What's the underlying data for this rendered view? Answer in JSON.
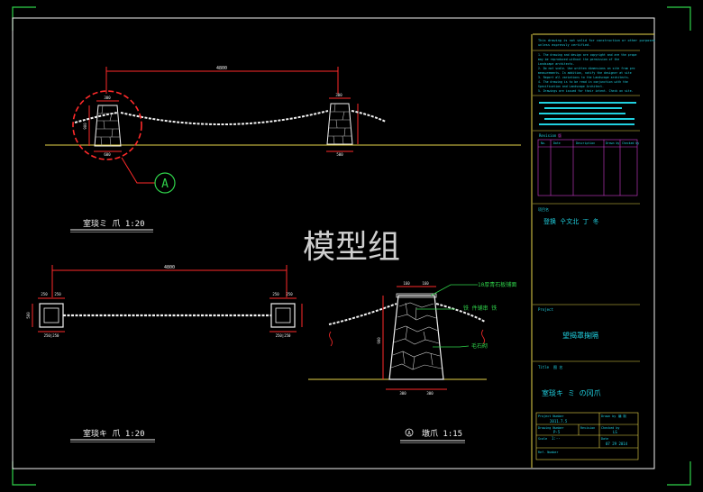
{
  "drawing": {
    "watermark": "模型组",
    "elevation_label": "室琰ミ 爪 1:20",
    "plan_label": "室琰キ 爪 1:20",
    "detail_label": "墩爪 1:15",
    "detail_circle": "Ⓐ",
    "callout": "A",
    "top_span": "4800",
    "plan_span": "4800",
    "post_top_left": "300",
    "post_top_right": "300",
    "post_base_left": "600",
    "post_base_right": "500",
    "post_height": "900",
    "plan_dims_left": [
      "250",
      "250"
    ],
    "plan_dims_right": [
      "250",
      "250"
    ],
    "plan_base_left": "250|250",
    "plan_base_right": "250|250",
    "plan_side": "500",
    "detail_top": [
      "160",
      "160"
    ],
    "detail_base": [
      "300",
      "300"
    ],
    "detail_height": "900",
    "detail_notes": [
      "10厚青石板铺面",
      "铁 件铺串 铁",
      "毛石砌"
    ]
  },
  "titleblock": {
    "top_note": [
      "This drawing is not valid for construction or other purposes",
      "unless expressly certified."
    ],
    "notes": [
      "1. The drawing and design are copyright and are the prope",
      "   may be reproduced without the permission of the",
      "   Landscape architects.",
      "2. Do not scale. Use written dimensions on site from pro",
      "   measurements. In addition, notify the designer at site",
      "3. Report all variations to the Landscape architects.",
      "4. The drawing is to be read in conjunction with the",
      "   Specification and Landscape Architect.",
      "5. Drawings are issued for their intent. Check on site."
    ],
    "revision_label": "Revision",
    "revision_mark": "版",
    "revision_cols": [
      "No.",
      "Date",
      "Description",
      "Drawn by",
      "Checked by"
    ],
    "client_label": "项目名",
    "client_value": "登换  㐃文北  丁  冬",
    "project_label": "Project",
    "project_value": "望揭罩掬隔",
    "title_label": "Title",
    "title_mark": "图 名",
    "title_value": "室琰キ ミ   の冈爪",
    "project_number_label": "Project Number",
    "project_number_value": "2011.7.5",
    "drawn_by_label": "Drawn by",
    "drawn_by_value": "编 制",
    "drawing_number_label": "Drawing Number",
    "drawing_number_value": "P-5",
    "revision_small_label": "Revision",
    "checked_by_label": "Checked by",
    "checked_by_value": "LS",
    "scale_label": "Scale",
    "scale_value": "1:--",
    "date_label": "Date",
    "date_value": "07 29 2014",
    "ref_label": "Ref. Number"
  },
  "colors": {
    "red": "#ff2a2a",
    "yellow": "#e8d64a",
    "green": "#2fd24a",
    "cyan": "#20d0e0",
    "white": "#f2f2f2",
    "magenta": "#d23bd2"
  }
}
